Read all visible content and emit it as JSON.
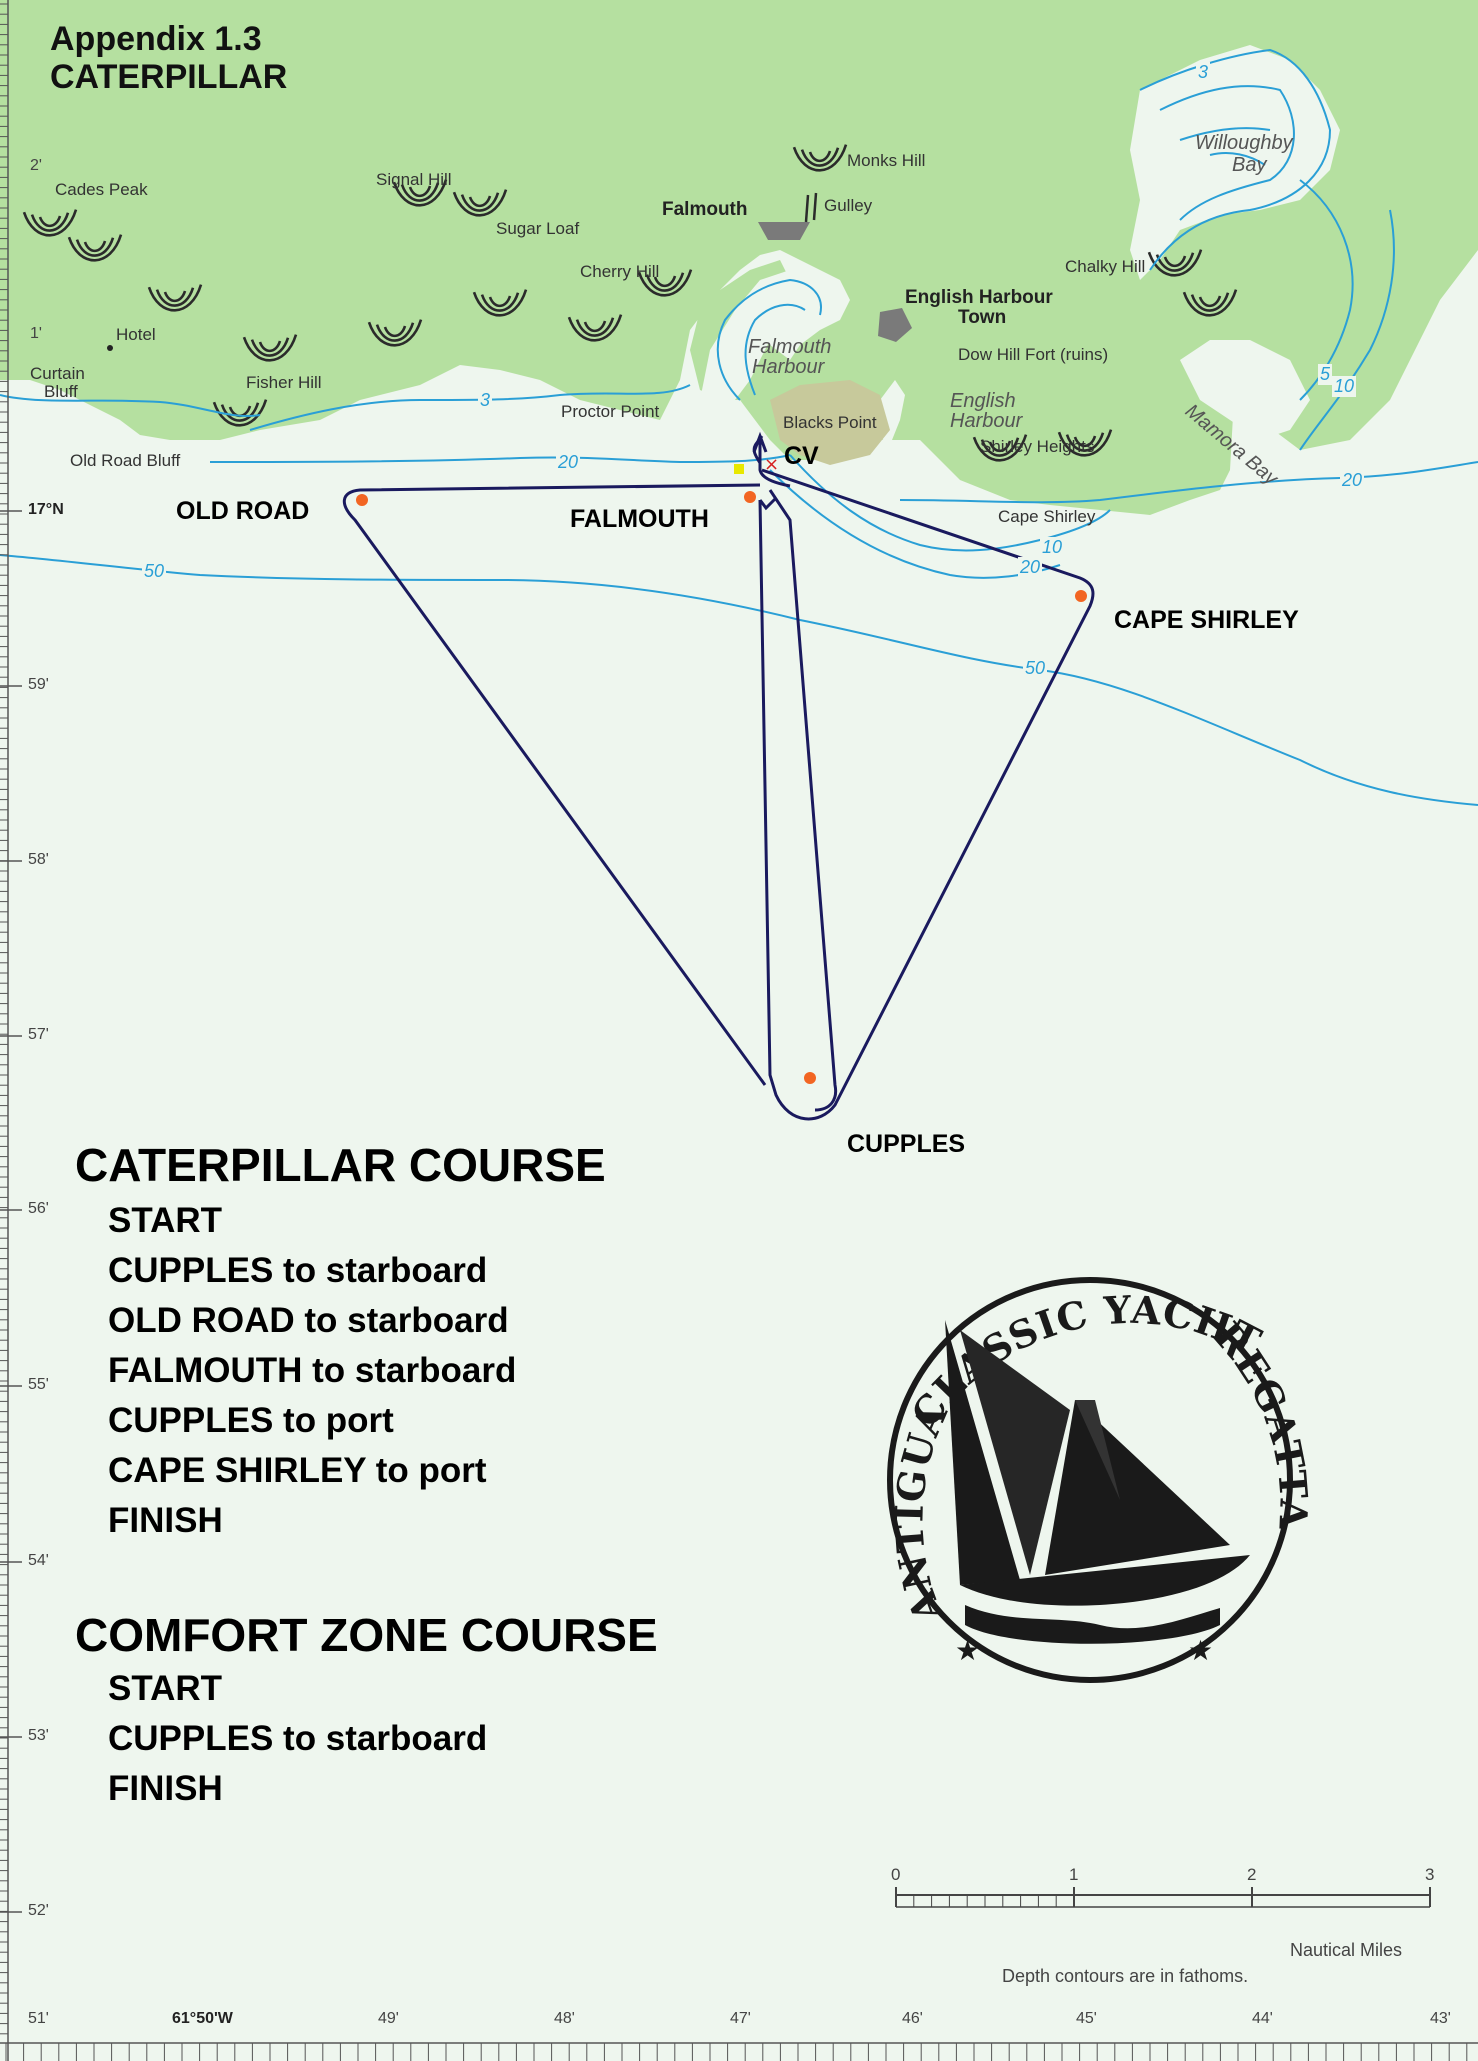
{
  "title": {
    "line1": "Appendix 1.3",
    "line2": "CATERPILLAR"
  },
  "places": [
    {
      "key": "cades",
      "text": "Cades Peak",
      "style": "place"
    },
    {
      "key": "hotel",
      "text": "Hotel",
      "style": "place"
    },
    {
      "key": "curtain1",
      "text": "Curtain",
      "style": "place"
    },
    {
      "key": "curtain2",
      "text": "Bluff",
      "style": "place"
    },
    {
      "key": "fisher",
      "text": "Fisher Hill",
      "style": "place"
    },
    {
      "key": "signal",
      "text": "Signal Hill",
      "style": "place"
    },
    {
      "key": "sugar",
      "text": "Sugar Loaf",
      "style": "place"
    },
    {
      "key": "cherry",
      "text": "Cherry Hill",
      "style": "place"
    },
    {
      "key": "monks",
      "text": "Monks Hill",
      "style": "place"
    },
    {
      "key": "gulley",
      "text": "Gulley",
      "style": "place"
    },
    {
      "key": "falmouth",
      "text": "Falmouth",
      "style": "place-b"
    },
    {
      "key": "ehtown1",
      "text": "English Harbour",
      "style": "place-b"
    },
    {
      "key": "ehtown2",
      "text": "Town",
      "style": "place-b"
    },
    {
      "key": "chalky",
      "text": "Chalky Hill",
      "style": "place"
    },
    {
      "key": "dowhill",
      "text": "Dow Hill Fort (ruins)",
      "style": "place"
    },
    {
      "key": "fh1",
      "text": "Falmouth",
      "style": "water"
    },
    {
      "key": "fh2",
      "text": "Harbour",
      "style": "water"
    },
    {
      "key": "proctor",
      "text": "Proctor Point",
      "style": "place"
    },
    {
      "key": "blacks",
      "text": "Blacks Point",
      "style": "place"
    },
    {
      "key": "eh1",
      "text": "English",
      "style": "water"
    },
    {
      "key": "eh2",
      "text": "Harbour",
      "style": "water"
    },
    {
      "key": "shirleyh",
      "text": "Shirley Heights",
      "style": "place"
    },
    {
      "key": "capes",
      "text": "Cape Shirley",
      "style": "place"
    },
    {
      "key": "oldbluff",
      "text": "Old Road Bluff",
      "style": "place"
    },
    {
      "key": "will1",
      "text": "Willoughby",
      "style": "water"
    },
    {
      "key": "will2",
      "text": "Bay",
      "style": "water"
    },
    {
      "key": "mamora",
      "text": "Mamora Bay",
      "style": "water"
    },
    {
      "key": "two",
      "text": "2'",
      "style": "lat"
    },
    {
      "key": "one",
      "text": "1'",
      "style": "lat"
    }
  ],
  "depth_labels": [
    "3",
    "3",
    "5",
    "10",
    "10",
    "20",
    "20",
    "20",
    "50",
    "50"
  ],
  "marks": {
    "cv": "CV",
    "old_road": "OLD ROAD",
    "falmouth": "FALMOUTH",
    "cape_shirley": "CAPE SHIRLEY",
    "cupples": "CUPPLES"
  },
  "lat_labels": [
    "17°N",
    "59'",
    "58'",
    "57'",
    "56'",
    "55'",
    "54'",
    "53'",
    "52'"
  ],
  "lon_labels": [
    "51'",
    "61°50'W",
    "49'",
    "48'",
    "47'",
    "46'",
    "45'",
    "44'",
    "43'"
  ],
  "courses": [
    {
      "heading": "CATERPILLAR COURSE",
      "legs": [
        "START",
        "CUPPLES to starboard",
        "OLD ROAD to starboard",
        "FALMOUTH to starboard",
        "CUPPLES to port",
        "CAPE SHIRLEY to port",
        "FINISH"
      ]
    },
    {
      "heading": "COMFORT ZONE COURSE",
      "legs": [
        "START",
        "CUPPLES to starboard",
        "FINISH"
      ]
    }
  ],
  "scale": {
    "ticks": [
      "0",
      "1",
      "2",
      "3"
    ],
    "unit": "Nautical Miles",
    "note": "Depth contours are in fathoms."
  },
  "logo": {
    "top_text": "CLASSIC YACHT",
    "right_text": "REGATTA",
    "left_text": "ANTIGUA"
  },
  "colors": {
    "land": "#b5e0a0",
    "sea": "#eef6ee",
    "contour": "#2a9fd6",
    "course": "#1a1a5e",
    "buoy": "#f26522",
    "start_mark": "#e8e800",
    "finish_mark": "#d62020"
  }
}
